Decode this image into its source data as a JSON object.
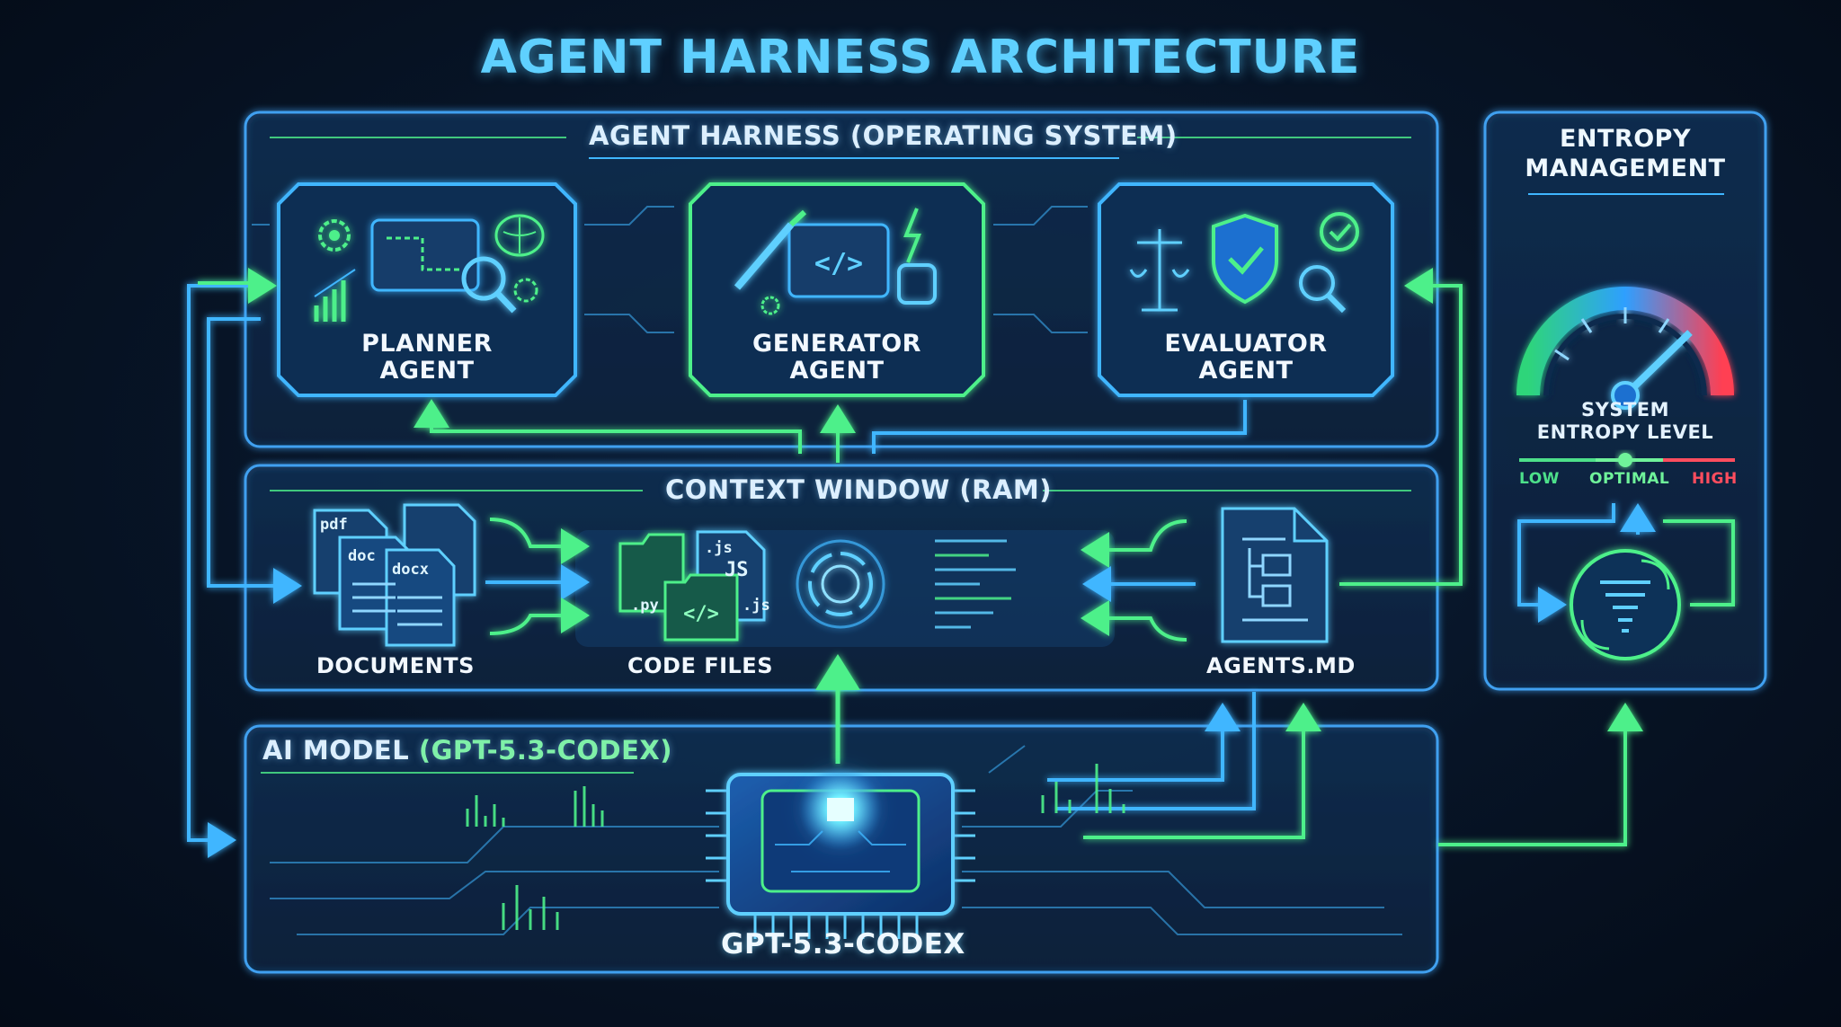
{
  "title": "AGENT HARNESS ARCHITECTURE",
  "harness": {
    "label": "AGENT HARNESS (OPERATING SYSTEM)",
    "agents": [
      {
        "line1": "PLANNER",
        "line2": "AGENT"
      },
      {
        "line1": "GENERATOR",
        "line2": "AGENT"
      },
      {
        "line1": "EVALUATOR",
        "line2": "AGENT"
      }
    ]
  },
  "context": {
    "label": "CONTEXT WINDOW (RAM)",
    "documents_label": "DOCUMENTS",
    "code_files_label": "CODE FILES",
    "agents_md_label": "AGENTS.MD",
    "file_tags": {
      "pdf": "pdf",
      "doc": "doc",
      "docx": "docx",
      "js1": ".js",
      "js2": "JS",
      "py": ".py",
      "js3": ".js"
    }
  },
  "model": {
    "label_prefix": "AI MODEL",
    "label_suffix": "(GPT-5.3-CODEX)",
    "chip_label": "GPT-5.3-CODEX"
  },
  "entropy": {
    "title_line1": "ENTROPY",
    "title_line2": "MANAGEMENT",
    "gauge_line1": "SYSTEM",
    "gauge_line2": "ENTROPY LEVEL",
    "low": "LOW",
    "optimal": "OPTIMAL",
    "high": "HIGH"
  },
  "colors": {
    "cyan": "#3fb6ff",
    "green": "#4df08a",
    "frame": "#2d8fe0",
    "low": "#4de08a",
    "optimal": "#6ff29a",
    "high": "#ff4d5e"
  }
}
